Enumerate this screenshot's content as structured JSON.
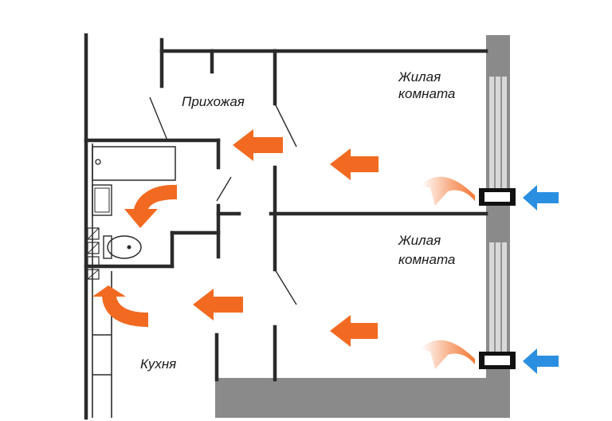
{
  "rooms": {
    "hallway": "Прихожая",
    "living_room_1_line1": "Жилая",
    "living_room_1_line2": "комната",
    "living_room_2_line1": "Жилая",
    "living_room_2_line2": "комната",
    "kitchen": "Кухня"
  },
  "colors": {
    "airflow_arrow": "#f26a21",
    "inflow_arrow": "#2a8fe0",
    "wall": "#2b2b2b",
    "exterior_wall": "#8a8a8a"
  },
  "icons": [
    "airflow-arrow",
    "inlet-arrow",
    "window-air-vent",
    "bathtub",
    "toilet",
    "sink",
    "stove"
  ]
}
